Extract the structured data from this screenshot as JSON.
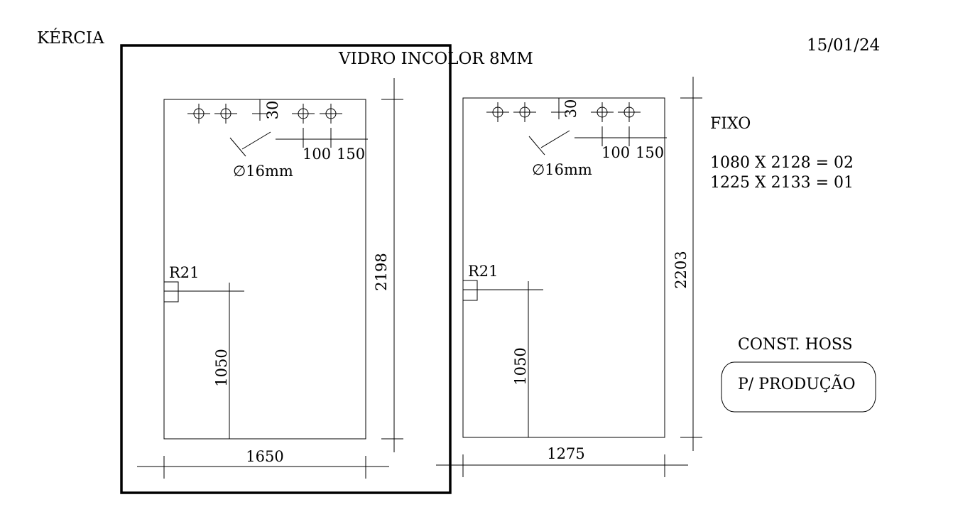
{
  "header": {
    "client": "KÉRCIA",
    "date": "15/01/24",
    "material": "VIDRO INCOLOR 8MM"
  },
  "notes": {
    "type": "FIXO",
    "items": [
      "1080 X 2128 = 02",
      "1225 X 2133 = 01"
    ],
    "company": "CONST. HOSS",
    "stamp": "P/ PRODUÇÃO"
  },
  "panels": [
    {
      "width_label": "1650",
      "height_label": "2198",
      "hole_diameter": "∅16mm",
      "hole_offset_top": "30",
      "hole_spacing_1": "100",
      "hole_spacing_2": "150",
      "radius": "R21",
      "handle_height": "1050"
    },
    {
      "width_label": "1275",
      "height_label": "2203",
      "hole_diameter": "∅16mm",
      "hole_offset_top": "30",
      "hole_spacing_1": "100",
      "hole_spacing_2": "150",
      "radius": "R21",
      "handle_height": "1050"
    }
  ]
}
